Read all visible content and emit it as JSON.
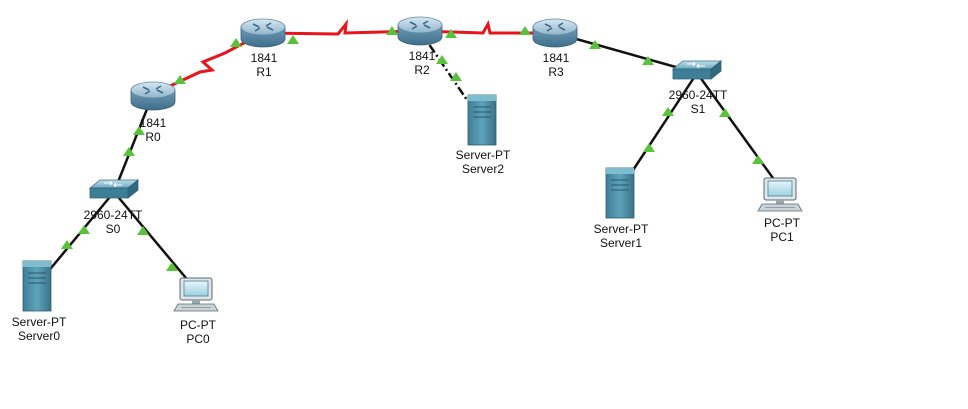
{
  "devices": {
    "R0": {
      "model": "1841",
      "name": "R0"
    },
    "R1": {
      "model": "1841",
      "name": "R1"
    },
    "R2": {
      "model": "1841",
      "name": "R2"
    },
    "R3": {
      "model": "1841",
      "name": "R3"
    },
    "S0": {
      "model": "2960-24TT",
      "name": "S0"
    },
    "S1": {
      "model": "2960-24TT",
      "name": "S1"
    },
    "Server0": {
      "model": "Server-PT",
      "name": "Server0"
    },
    "Server1": {
      "model": "Server-PT",
      "name": "Server1"
    },
    "Server2": {
      "model": "Server-PT",
      "name": "Server2"
    },
    "PC0": {
      "model": "PC-PT",
      "name": "PC0"
    },
    "PC1": {
      "model": "PC-PT",
      "name": "PC1"
    }
  },
  "colors": {
    "serial_link": "#e8141c",
    "ethernet_link": "#111111",
    "link_status_up": "#59c23a",
    "router_body": "#6d98b3",
    "server_body": "#4f8fa7",
    "switch_body": "#3d7f96"
  },
  "icons": {
    "router": "router-icon",
    "switch": "switch-icon",
    "server": "server-icon",
    "pc": "pc-icon"
  }
}
